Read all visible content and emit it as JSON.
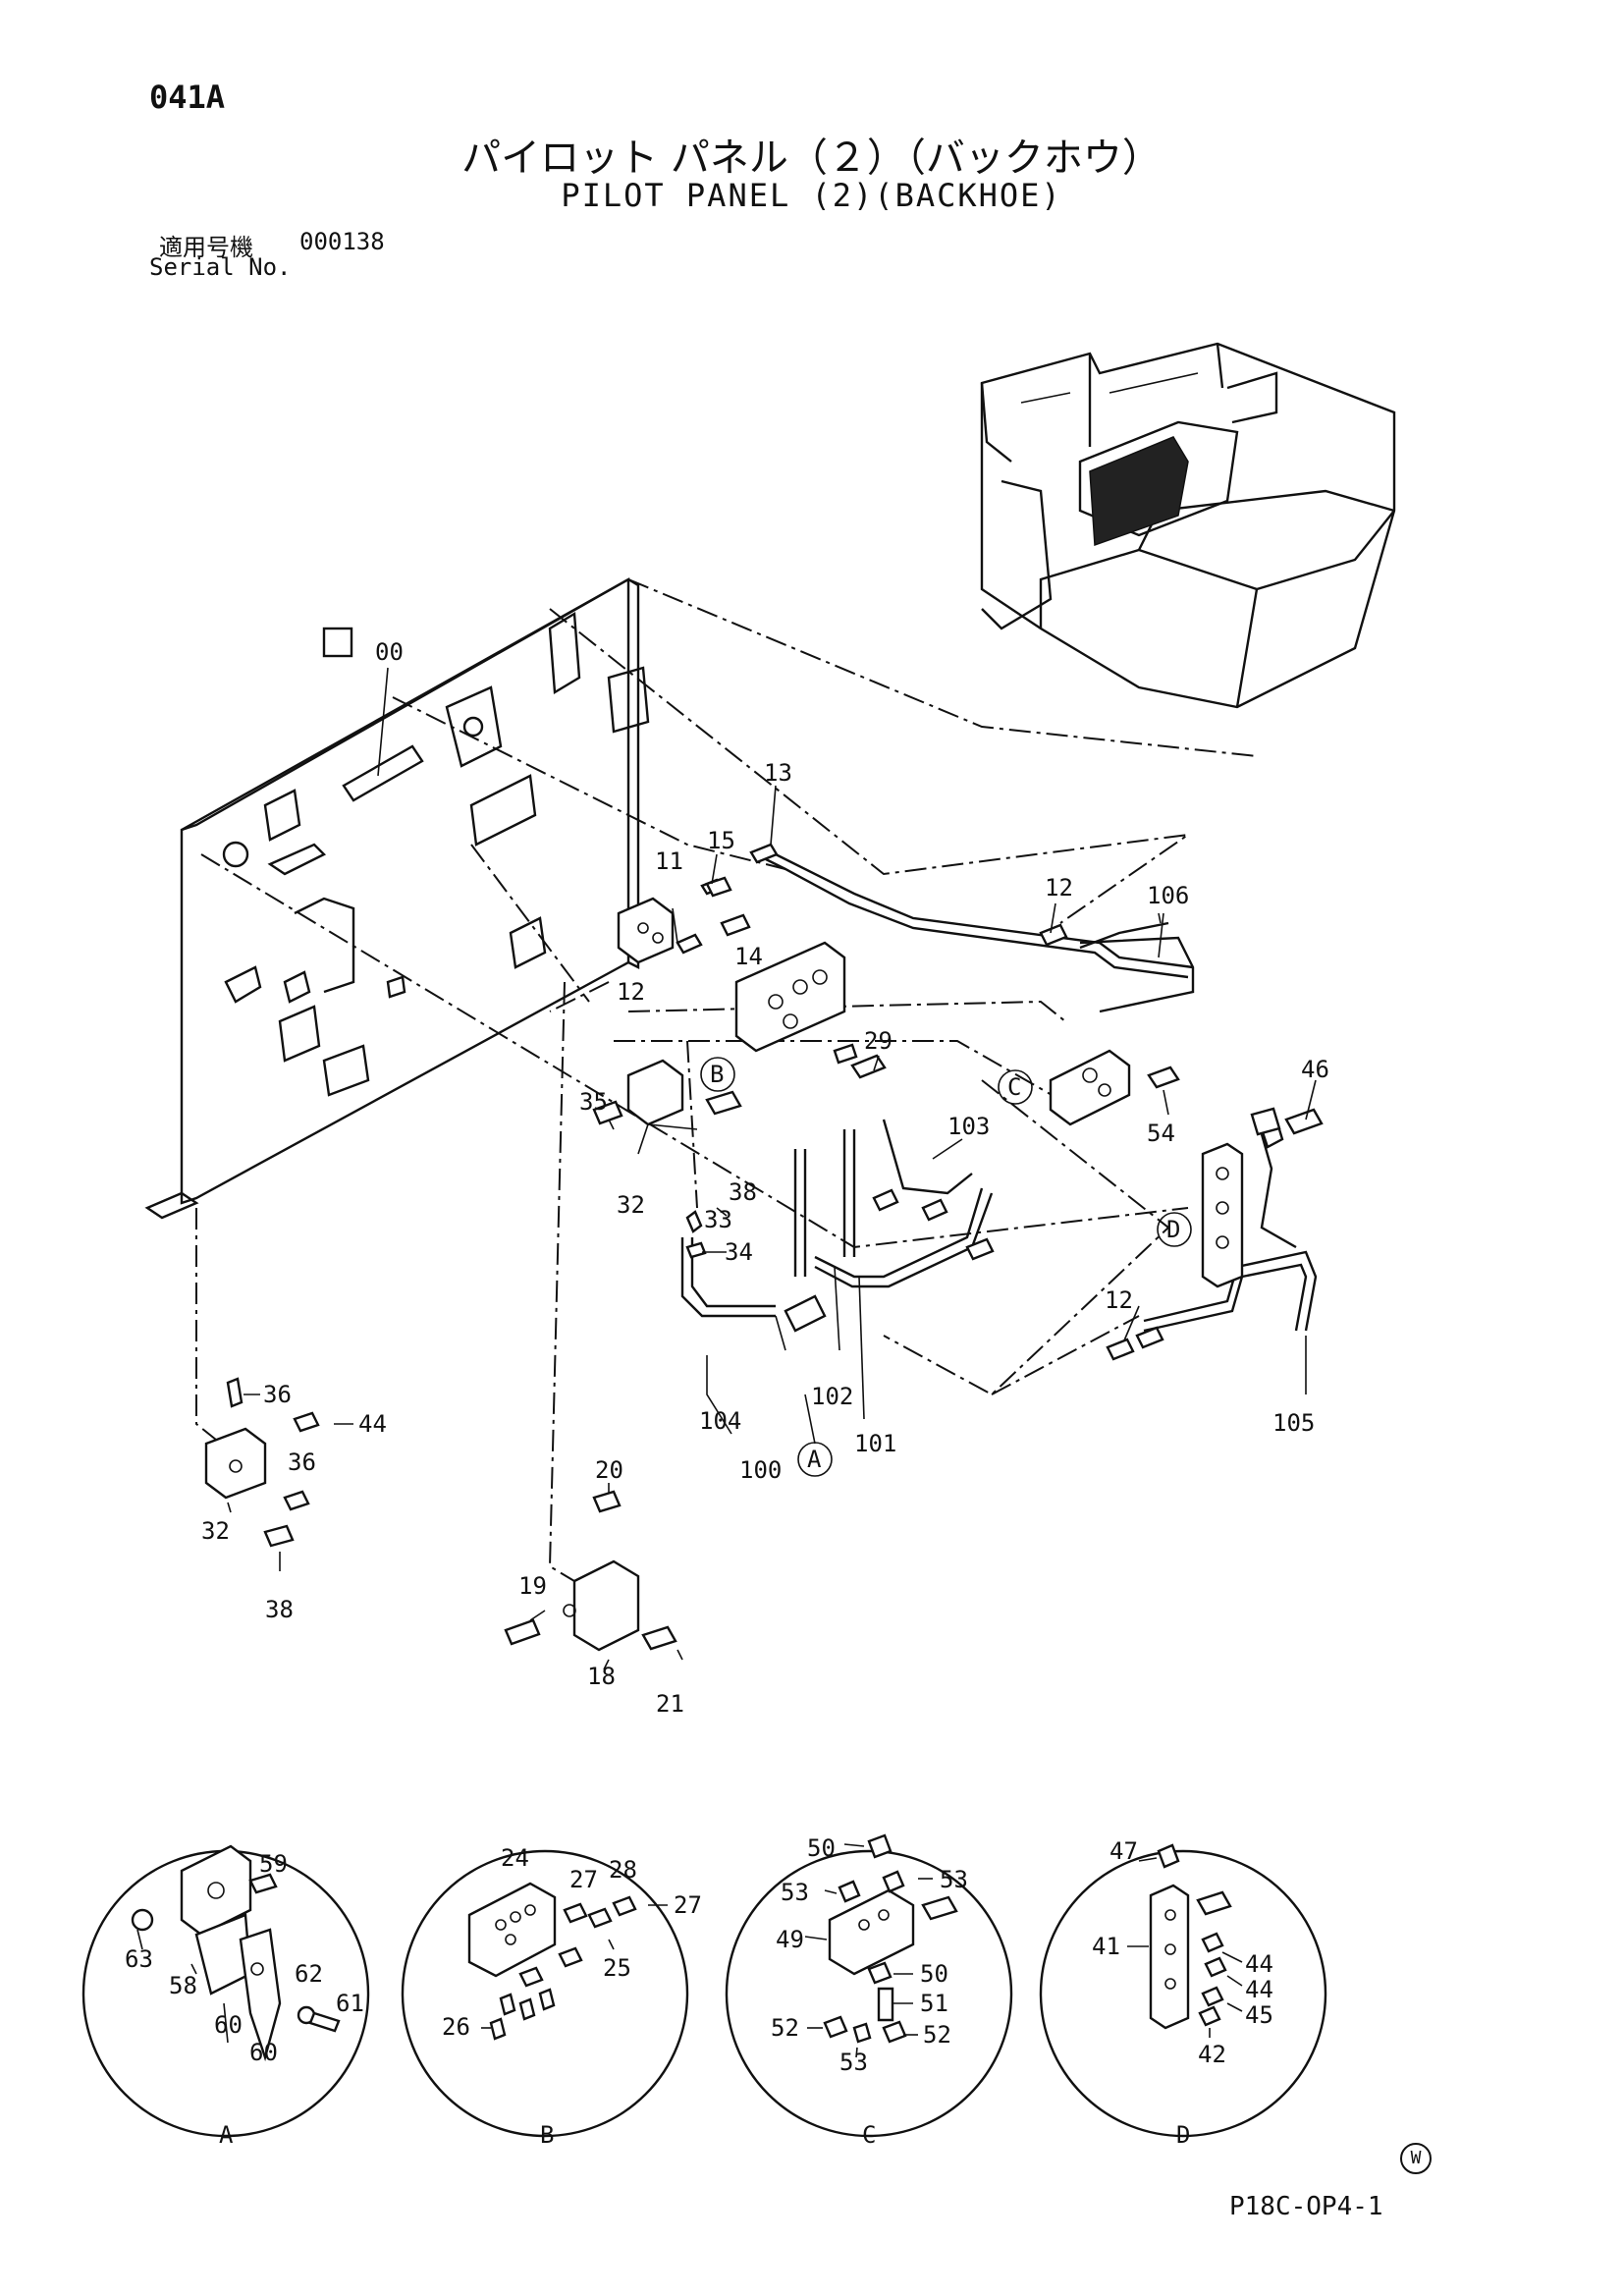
{
  "header": {
    "page_code": "041A",
    "title_ja": "パイロット パネル（２）（バックホウ）",
    "title_en": "PILOT PANEL (2)(BACKHOE)",
    "serial_label_ja": "適用号機",
    "serial_number": "000138",
    "serial_label_en": "Serial No."
  },
  "callouts": {
    "c00": "00",
    "c11": "11",
    "c12a": "12",
    "c12b": "12",
    "c12c": "12",
    "c13": "13",
    "c14": "14",
    "c15": "15",
    "c18": "18",
    "c19": "19",
    "c20": "20",
    "c21": "21",
    "c29": "29",
    "c32a": "32",
    "c32b": "32",
    "c33": "33",
    "c34": "34",
    "c35": "35",
    "c36a": "36",
    "c36b": "36",
    "c38a": "38",
    "c38b": "38",
    "c44": "44",
    "c46": "46",
    "c54": "54",
    "c100": "100",
    "c101": "101",
    "c102": "102",
    "c103": "103",
    "c104": "104",
    "c105": "105",
    "c106": "106"
  },
  "view_markers": {
    "A": "A",
    "B": "B",
    "C": "C",
    "D": "D"
  },
  "detail_A": {
    "label": "A",
    "c58": "58",
    "c59": "59",
    "c60a": "60",
    "c60b": "60",
    "c61": "61",
    "c62": "62",
    "c63": "63"
  },
  "detail_B": {
    "label": "B",
    "c24": "24",
    "c25": "25",
    "c26": "26",
    "c27a": "27",
    "c27b": "27",
    "c28": "28"
  },
  "detail_C": {
    "label": "C",
    "c49": "49",
    "c50a": "50",
    "c50b": "50",
    "c51": "51",
    "c52a": "52",
    "c52b": "52",
    "c53a": "53",
    "c53b": "53",
    "c53c": "53"
  },
  "detail_D": {
    "label": "D",
    "c41": "41",
    "c42": "42",
    "c44a": "44",
    "c44b": "44",
    "c45": "45",
    "c47": "47"
  },
  "footer": {
    "watermark": "W",
    "doc_id": "P18C-OP4-1"
  }
}
